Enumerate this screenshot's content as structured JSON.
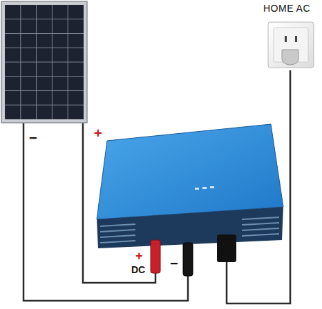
{
  "diagram": {
    "nodes": [
      {
        "text": [
          "HOME AC"
        ]
      }
    ],
    "labels": [
      "−",
      "+",
      "+",
      "DC",
      "−"
    ]
  }
}
